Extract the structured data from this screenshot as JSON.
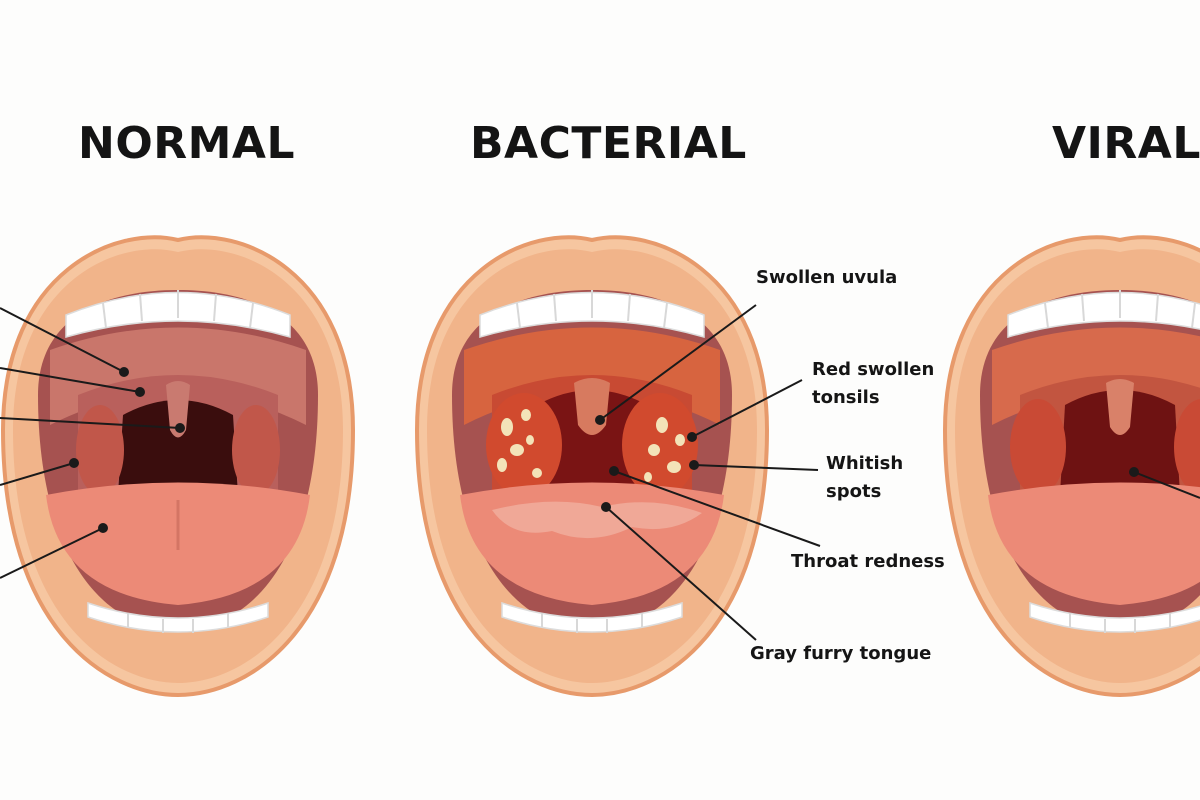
{
  "panels": [
    {
      "title": "NORMAL"
    },
    {
      "title": "BACTERIAL"
    },
    {
      "title": "VIRAL"
    }
  ],
  "callouts": {
    "swollen_uvula": "Swollen uvula",
    "red_swollen_tonsils": "Red swollen\ntonsils",
    "whitish_spots": "Whitish\nspots",
    "throat_redness": "Throat redness",
    "gray_furry_tongue": "Gray furry tongue"
  },
  "colors": {
    "background": "#fdfdfc",
    "lip": "#f1b48a",
    "lip_outline": "#e79a6b",
    "palate_normal": "#c9766b",
    "palate_inflamed": "#d7643f",
    "throat_normal": "#3a0d0d",
    "throat_inflamed": "#7a1414",
    "tongue": "#ec8a77",
    "teeth": "#ffffff",
    "pus_spots": "#f3e3b8",
    "leader_line": "#1a1a1a"
  }
}
